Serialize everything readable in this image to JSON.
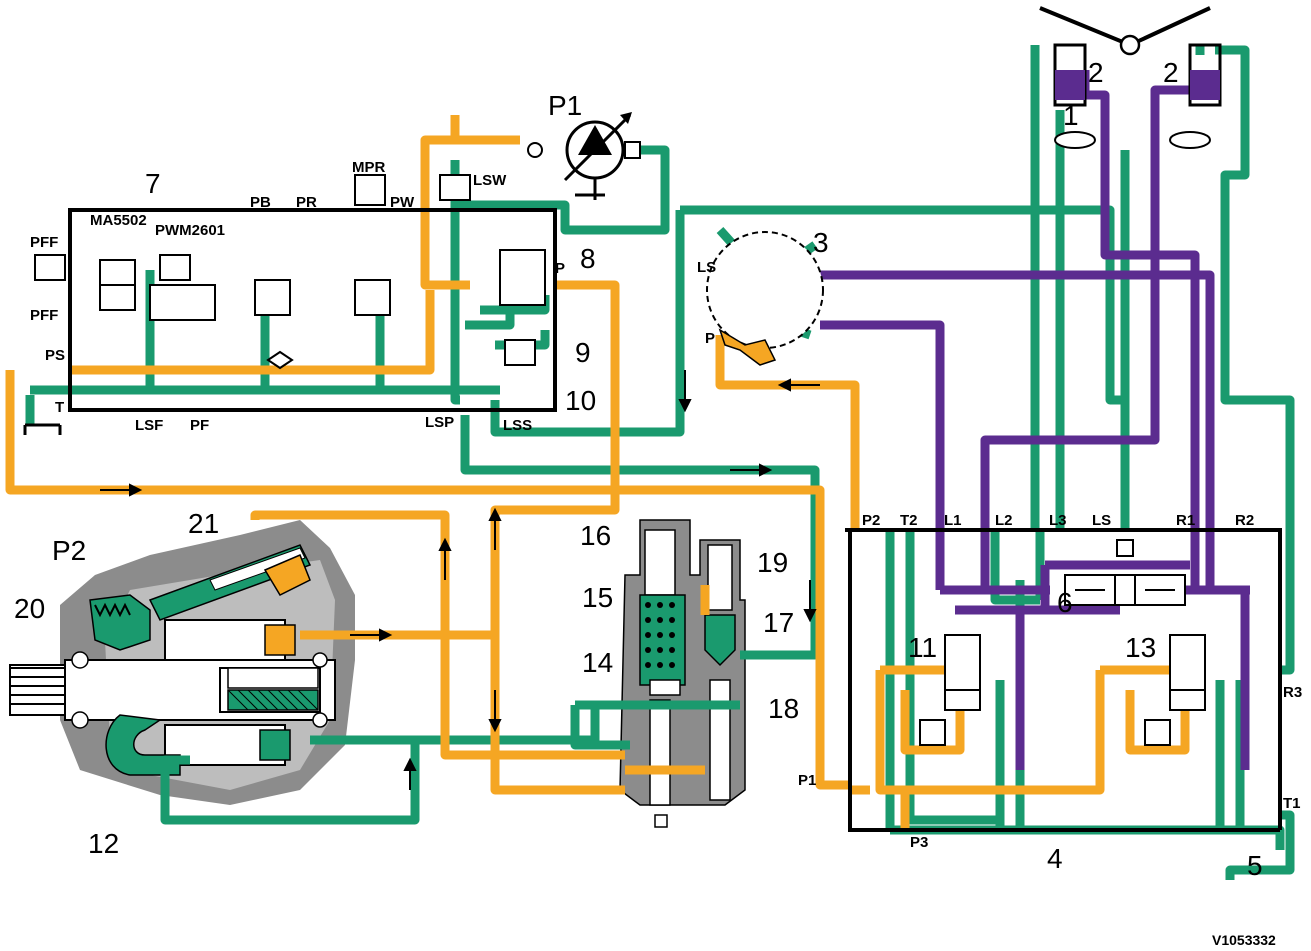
{
  "diagram": {
    "reference": "V1053332",
    "component_labels": {
      "c1": "1",
      "c2a": "2",
      "c2b": "2",
      "c3": "3",
      "c4": "4",
      "c5": "5",
      "c6": "6",
      "c7": "7",
      "c8": "8",
      "c9": "9",
      "c10": "10",
      "c11": "11",
      "c12": "12",
      "c13": "13",
      "c14": "14",
      "c15": "15",
      "c16": "16",
      "c17": "17",
      "c18": "18",
      "c19": "19",
      "c20": "20",
      "c21": "21"
    },
    "pump_labels": {
      "p1": "P1",
      "p2": "P2"
    },
    "block7_ports": {
      "ma": "MA5502",
      "pwm": "PWM2601",
      "pff_top": "PFF",
      "pff_bot": "PFF",
      "ps": "PS",
      "t": "T",
      "lsf": "LSF",
      "pf": "PF",
      "lsp": "LSP",
      "lss": "LSS",
      "pb": "PB",
      "pr": "PR",
      "mpr": "MPR",
      "pw": "PW",
      "lsw": "LSW",
      "p": "P"
    },
    "unit3_ports": {
      "ls": "LS",
      "p": "P"
    },
    "block4_ports": {
      "p2": "P2",
      "t2": "T2",
      "l1": "L1",
      "l2": "L2",
      "l3": "L3",
      "ls": "LS",
      "r1": "R1",
      "r2": "R2",
      "r3": "R3",
      "p1": "P1",
      "t1": "T1",
      "p3": "P3"
    },
    "colors": {
      "green": "#1a9a6e",
      "orange": "#f5a623",
      "purple": "#5b2c8f",
      "black": "#000000",
      "pump_body": "#8c8c8c",
      "valve_body": "#8c8c8c"
    }
  }
}
